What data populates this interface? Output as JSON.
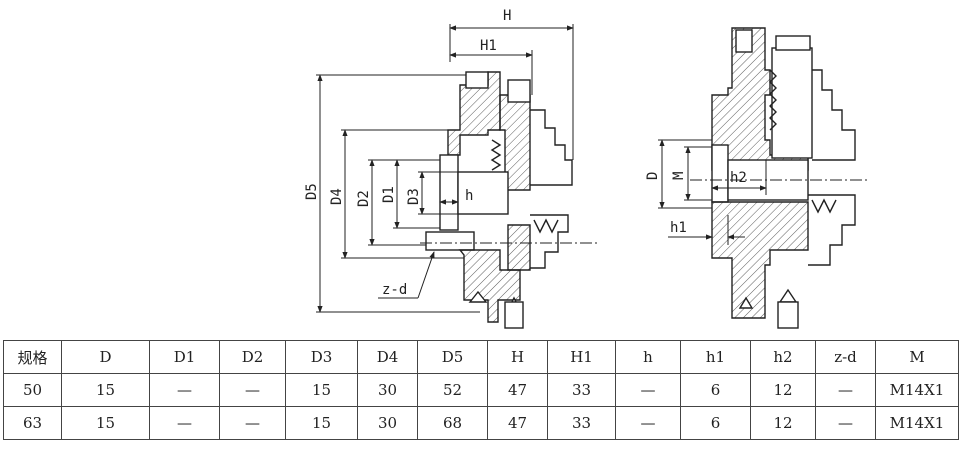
{
  "drawing": {
    "left_view_labels": {
      "H": "H",
      "H1": "H1",
      "D5": "D5",
      "D4": "D4",
      "D2": "D2",
      "D1": "D1",
      "D3": "D3",
      "h": "h",
      "zd": "z-d"
    },
    "right_view_labels": {
      "D": "D",
      "M": "M",
      "h2": "h2",
      "h1": "h1"
    }
  },
  "table": {
    "headers": [
      "规格",
      "D",
      "D1",
      "D2",
      "D3",
      "D4",
      "D5",
      "H",
      "H1",
      "h",
      "h1",
      "h2",
      "z-d",
      "M"
    ],
    "rows": [
      [
        "50",
        "15",
        "—",
        "—",
        "15",
        "30",
        "52",
        "47",
        "33",
        "—",
        "6",
        "12",
        "—",
        "M14X1"
      ],
      [
        "63",
        "15",
        "—",
        "—",
        "15",
        "30",
        "68",
        "47",
        "33",
        "—",
        "6",
        "12",
        "—",
        "M14X1"
      ]
    ]
  }
}
